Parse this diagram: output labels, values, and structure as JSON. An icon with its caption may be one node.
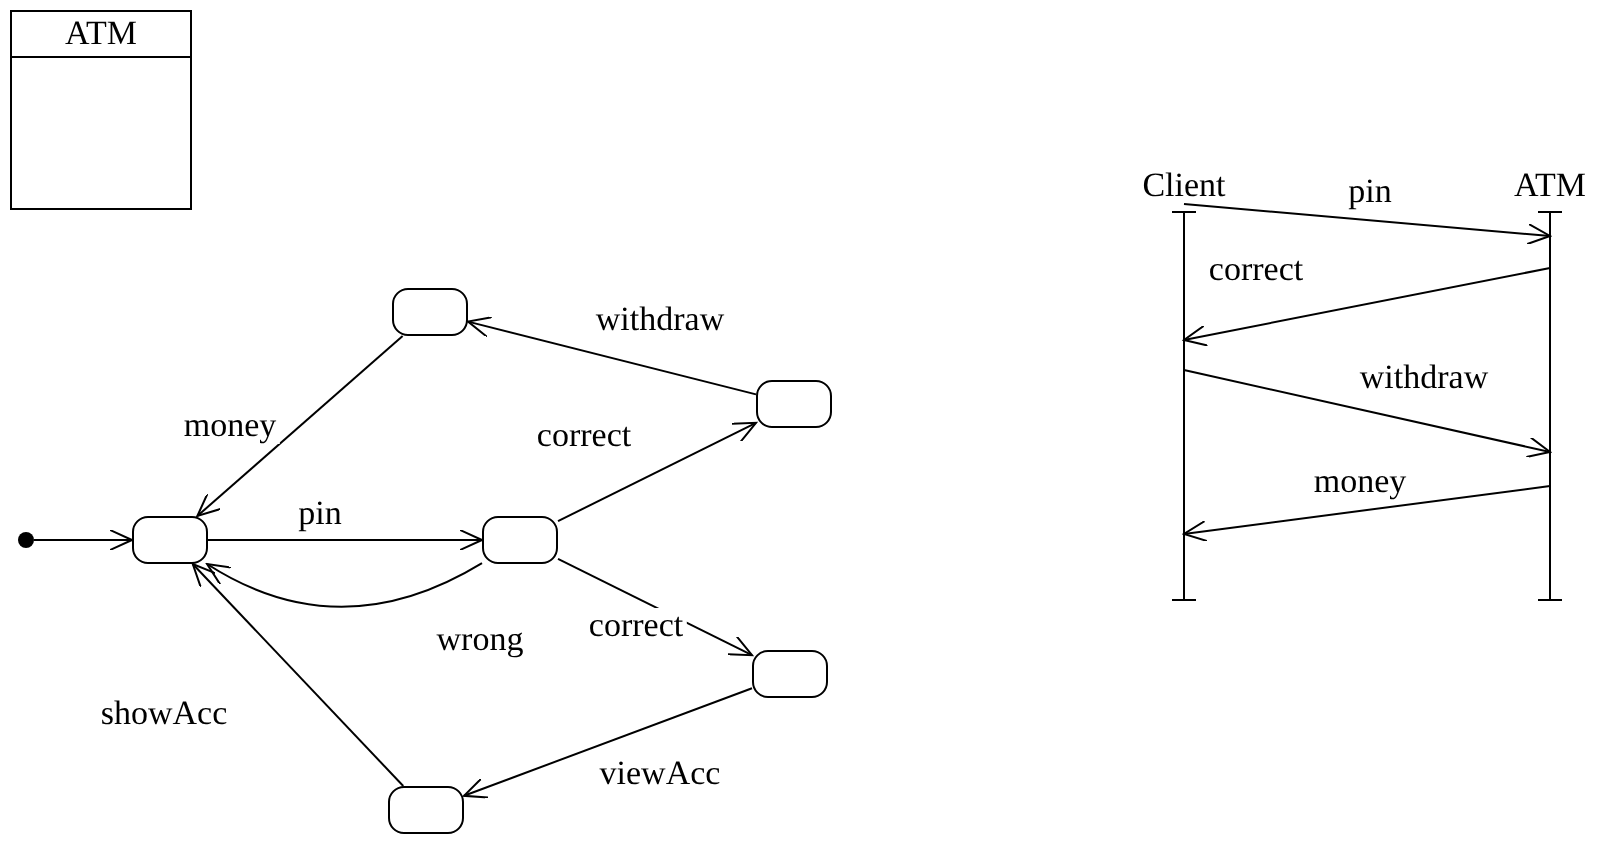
{
  "diagram": {
    "nodes": [
      {
        "text": [
          "ATM"
        ]
      },
      {
        "text": [],
        "shape": "circle"
      },
      {
        "text": [],
        "shape": "box"
      },
      {
        "text": [],
        "shape": "box"
      },
      {
        "text": [],
        "shape": "box"
      },
      {
        "text": [],
        "shape": "box"
      },
      {
        "text": [],
        "shape": "box"
      },
      {
        "text": [],
        "shape": "box"
      },
      {
        "text": [
          "Client"
        ]
      },
      {
        "text": [
          "ATM"
        ]
      }
    ],
    "edges": [
      {
        "from": 1,
        "to": 2,
        "arrow": "to"
      },
      {
        "from": 3,
        "to": 2,
        "arrow": "to",
        "label": "money"
      },
      {
        "from": 2,
        "to": 4,
        "arrow": "to",
        "label": "pin"
      },
      {
        "from": 4,
        "to": 5,
        "arrow": "to",
        "label": "correct"
      },
      {
        "from": 5,
        "to": 3,
        "arrow": "to",
        "label": "withdraw"
      },
      {
        "from": 4,
        "to": 2,
        "arrow": "to",
        "label": "wrong"
      },
      {
        "from": 4,
        "to": 6,
        "arrow": "to",
        "label": "correct"
      },
      {
        "from": 6,
        "to": 7,
        "arrow": "to",
        "label": "viewAcc"
      },
      {
        "from": 7,
        "to": 2,
        "arrow": "to",
        "label": "showAcc"
      },
      {
        "from": 8,
        "to": 9,
        "arrow": "to",
        "label": "pin"
      },
      {
        "from": 9,
        "to": 8,
        "arrow": "to",
        "label": "correct"
      },
      {
        "from": 8,
        "to": 9,
        "arrow": "to",
        "label": "withdraw"
      },
      {
        "from": 9,
        "to": 8,
        "arrow": "to",
        "label": "money"
      }
    ]
  }
}
